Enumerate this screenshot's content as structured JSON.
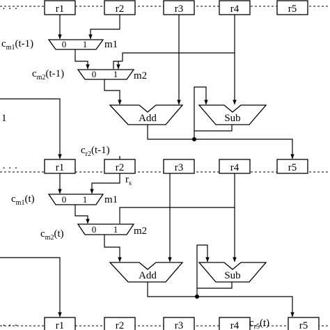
{
  "ellipsis": "· · ·",
  "rows": [
    {
      "registers": [
        "r1",
        "r2",
        "r3",
        "r4",
        "r5"
      ]
    },
    {
      "registers": [
        "r1",
        "r2",
        "r3",
        "r4",
        "r5"
      ]
    },
    {
      "registers": [
        "r1",
        "r2",
        "r3",
        "r4",
        "r5"
      ]
    }
  ],
  "stage1": {
    "c_m1": {
      "base": "c",
      "sub": "m1",
      "arg": "(t-1)"
    },
    "c_m2": {
      "base": "c",
      "sub": "m2",
      "arg": "(t-1)"
    },
    "mux1": {
      "in0": "0",
      "in1": "1",
      "name": "m1"
    },
    "mux2": {
      "in0": "0",
      "in1": "1",
      "name": "m2"
    },
    "add": "Add",
    "sub": "Sub",
    "left_fragment": "1"
  },
  "c_r2": {
    "base": "c",
    "sub": "r2",
    "arg": "(t-1)"
  },
  "stage2": {
    "r_s": {
      "base": "r",
      "sub": "s"
    },
    "c_m1": {
      "base": "c",
      "sub": "m1",
      "arg": "(t)"
    },
    "c_m2": {
      "base": "c",
      "sub": "m2",
      "arg": "(t)"
    },
    "mux1": {
      "in0": "0",
      "in1": "1",
      "name": "m1"
    },
    "mux2": {
      "in0": "0",
      "in1": "1",
      "name": "m2"
    },
    "add": "Add",
    "sub": "Sub"
  },
  "c_r5": {
    "base": "c",
    "sub": "r5",
    "arg": "(t)"
  }
}
